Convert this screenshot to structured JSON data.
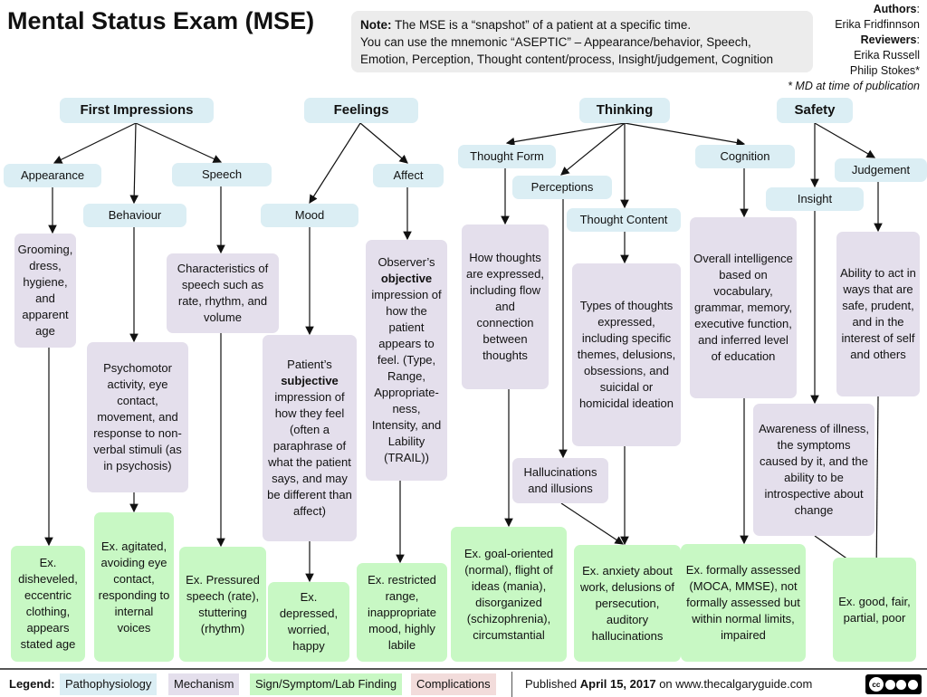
{
  "title": "Mental Status Exam (MSE)",
  "note": {
    "label": "Note:",
    "line1": "The MSE is a “snapshot” of a patient at a specific time.",
    "line2": "You can use the mnemonic “ASEPTIC” – Appearance/behavior, Speech,",
    "line3": "Emotion, Perception, Thought content/process, Insight/judgement, Cognition"
  },
  "credits": {
    "authors_label": "Authors",
    "authors": "Erika Fridfinnson",
    "reviewers_label": "Reviewers",
    "reviewer1": "Erika Russell",
    "reviewer2": "Philip Stokes*",
    "footnote": "* MD at time of publication"
  },
  "headers": {
    "first": "First Impressions",
    "feelings": "Feelings",
    "thinking": "Thinking",
    "safety": "Safety"
  },
  "categories": {
    "appearance": "Appearance",
    "speech": "Speech",
    "behaviour": "Behaviour",
    "mood": "Mood",
    "affect": "Affect",
    "thought_form": "Thought Form",
    "perceptions": "Perceptions",
    "thought_content": "Thought Content",
    "cognition": "Cognition",
    "judgement": "Judgement",
    "insight": "Insight"
  },
  "mechanisms": {
    "appearance": "Grooming, dress, hygiene, and apparent age",
    "speech": "Characteristics of speech such as rate, rhythm, and volume",
    "behaviour": "Psychomotor activity, eye contact, movement, and response to non-verbal stimuli (as in psychosis)",
    "mood_pre": "Patient’s",
    "mood_bold": "subjective",
    "mood_post": "impression of how they feel (often a paraphrase of what the patient says, and may be different than affect)",
    "affect_pre": "Observer’s",
    "affect_bold": "objective",
    "affect_post": "impression of how the patient appears to feel. (Type, Range, Appropriate­ness, Intensity, and Lability (TRAIL))",
    "thought_form": "How thoughts are expressed, including flow and connection between thoughts",
    "thought_content": "Types of thoughts expressed, including specific themes, delusions, obsessions, and suicidal or homicidal ideation",
    "hallucinations": "Hallucinations and illusions",
    "cognition": "Overall intelligence based on vocabulary, grammar, memory, executive function, and inferred level of education",
    "judgement": "Ability to act in ways that are safe, prudent, and in the interest of self and others",
    "insight": "Awareness of illness, the symptoms caused by it, and the ability to be introspective about change"
  },
  "examples": {
    "appearance": "Ex. disheveled, eccentric clothing, appears stated age",
    "behaviour": "Ex. agitated, avoiding eye contact, responding to internal voices",
    "speech": "Ex. Pressured speech (rate), stuttering (rhythm)",
    "mood": "Ex. depressed, worried, happy",
    "affect": "Ex. restricted range, inappropriate mood, highly labile",
    "thought_form": "Ex. goal-oriented (normal), flight of ideas (mania), disorganized (schizophrenia), circumstantial",
    "thought_content": "Ex. anxiety about work, delusions of persecution, auditory hallucinations",
    "cognition": "Ex. formally assessed (MOCA, MMSE), not formally assessed but within normal limits, impaired",
    "judgement": "Ex. good, fair, partial, poor"
  },
  "legend": {
    "label": "Legend:",
    "items": [
      {
        "label": "Pathophysiology",
        "color": "#dbeef4"
      },
      {
        "label": "Mechanism",
        "color": "#e4dfec"
      },
      {
        "label": "Sign/Symptom/Lab Finding",
        "color": "#c8f8c4"
      },
      {
        "label": "Complications",
        "color": "#f2dcdb"
      }
    ],
    "published_pre": "Published",
    "published_date": "April 15, 2017",
    "published_post": "on www.thecalgaryguide.com",
    "license_icon": "cc-by-nc-sa-icon"
  }
}
